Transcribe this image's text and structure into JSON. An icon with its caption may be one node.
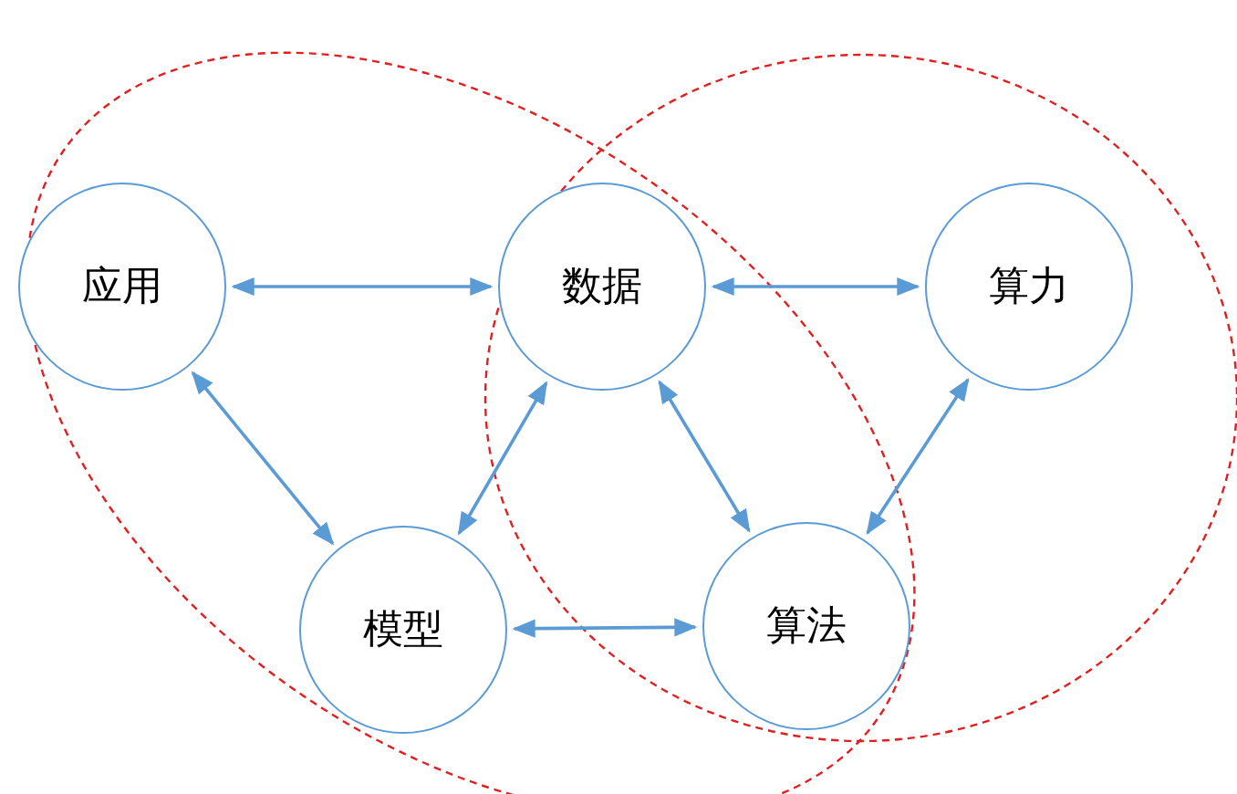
{
  "diagram": {
    "nodes": [
      {
        "text": [
          "应用"
        ]
      },
      {
        "text": [
          "数据"
        ]
      },
      {
        "text": [
          "算力"
        ]
      },
      {
        "text": [
          "模型"
        ]
      },
      {
        "text": [
          "算法"
        ]
      }
    ],
    "edges": [
      {
        "from": 0,
        "to": 1,
        "arrow": "both"
      },
      {
        "from": 1,
        "to": 2,
        "arrow": "both"
      },
      {
        "from": 0,
        "to": 3,
        "arrow": "both"
      },
      {
        "from": 3,
        "to": 1,
        "arrow": "both"
      },
      {
        "from": 1,
        "to": 4,
        "arrow": "both"
      },
      {
        "from": 2,
        "to": 4,
        "arrow": "both"
      },
      {
        "from": 3,
        "to": 4,
        "arrow": "both"
      }
    ]
  }
}
